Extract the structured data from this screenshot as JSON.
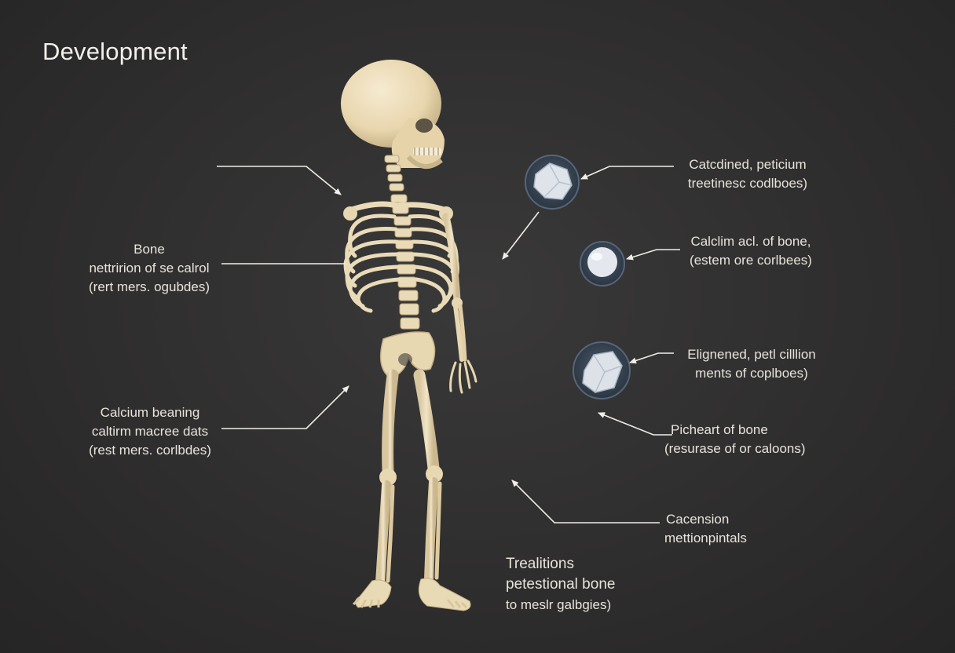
{
  "title": "Development",
  "labels": {
    "bone": [
      "Bone",
      "nettririon of se calrol",
      "(rert mers. ogubdes)"
    ],
    "calcium_beaning": [
      "Calcium beaning",
      "caltirm macree dats",
      "(rest mers. corlbdes)"
    ],
    "calcdined": [
      "Catcdined, peticium",
      "treetinesc codlboes)"
    ],
    "calcim_acl": [
      "Calclim acl. of bone,",
      "(estem ore corlbees)"
    ],
    "elignened": [
      "Elignened, petl cilllion",
      "ments of coplboes)"
    ],
    "picheart": [
      "Picheart of bone",
      "(resurase of or caloons)"
    ],
    "cacension": [
      "Cacension",
      "mettionpintals"
    ],
    "trealitions": [
      "Trealitions",
      "petestional bone",
      "to meslr galbgies)"
    ]
  },
  "colors": {
    "background": "#2e2d2d",
    "bone": "#eedfbe",
    "bone_shadow": "#c9b790",
    "line": "#f0eee8",
    "mineral_disc": "#3d4a5a"
  }
}
